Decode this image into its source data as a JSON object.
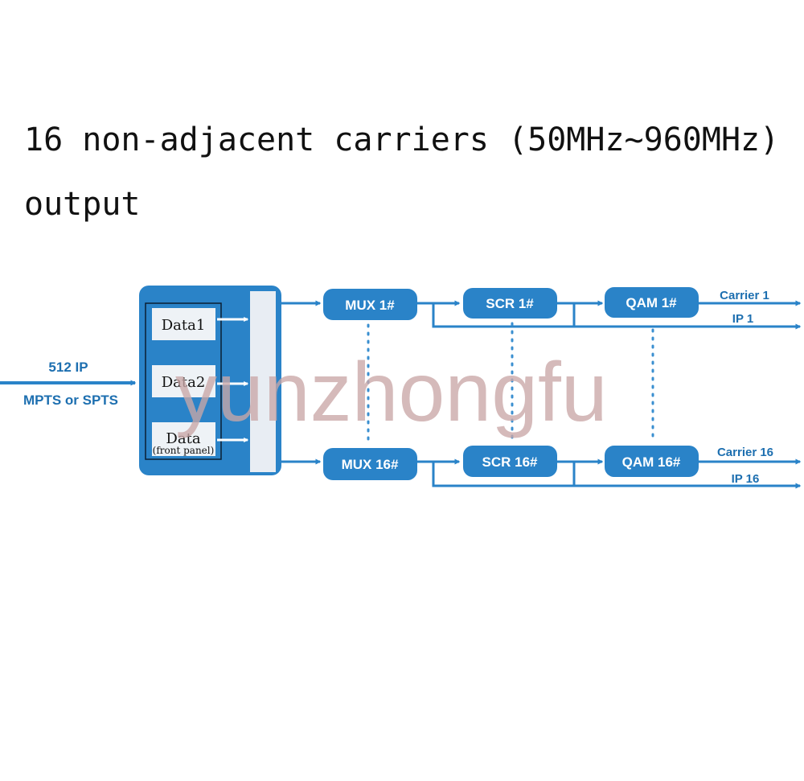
{
  "title": {
    "line1": "16 non-adjacent carriers (50MHz~960MHz)",
    "line2": "output"
  },
  "input": {
    "label1": "512 IP",
    "label2": "MPTS or SPTS"
  },
  "data_blocks": [
    {
      "label": "Data1",
      "sub": ""
    },
    {
      "label": "Data2",
      "sub": ""
    },
    {
      "label": "Data",
      "sub": "(front panel)"
    }
  ],
  "chains": [
    {
      "mux": "MUX 1#",
      "scr": "SCR 1#",
      "qam": "QAM 1#",
      "carrier": "Carrier 1",
      "ip": "IP 1"
    },
    {
      "mux": "MUX 16#",
      "scr": "SCR 16#",
      "qam": "QAM 16#",
      "carrier": "Carrier 16",
      "ip": "IP 16"
    }
  ],
  "watermark": "yunzhongfu",
  "colors": {
    "block": "#2a83c8",
    "line": "#2a83c8",
    "dots": "#3a8fd0",
    "label": "#1d6fb0",
    "bar": "#e8edf3",
    "data_box": "#eef2f6"
  }
}
